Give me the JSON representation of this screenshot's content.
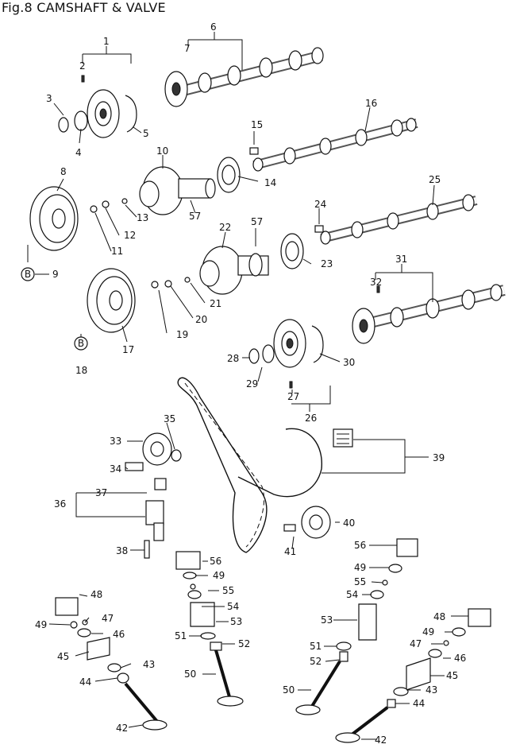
{
  "title": "Fig.8 CAMSHAFT & VALVE",
  "symbol_b": "B",
  "callouts": [
    {
      "id": "c1",
      "text": "1"
    },
    {
      "id": "c2",
      "text": "2"
    },
    {
      "id": "c3",
      "text": "3"
    },
    {
      "id": "c4",
      "text": "4"
    },
    {
      "id": "c5",
      "text": "5"
    },
    {
      "id": "c6",
      "text": "6"
    },
    {
      "id": "c7",
      "text": "7"
    },
    {
      "id": "c8",
      "text": "8"
    },
    {
      "id": "c9",
      "text": "9"
    },
    {
      "id": "c10",
      "text": "10"
    },
    {
      "id": "c11",
      "text": "11"
    },
    {
      "id": "c12",
      "text": "12"
    },
    {
      "id": "c13",
      "text": "13"
    },
    {
      "id": "c14",
      "text": "14"
    },
    {
      "id": "c15",
      "text": "15"
    },
    {
      "id": "c16",
      "text": "16"
    },
    {
      "id": "c17",
      "text": "17"
    },
    {
      "id": "c18",
      "text": "18"
    },
    {
      "id": "c19",
      "text": "19"
    },
    {
      "id": "c20",
      "text": "20"
    },
    {
      "id": "c21",
      "text": "21"
    },
    {
      "id": "c22",
      "text": "22"
    },
    {
      "id": "c23",
      "text": "23"
    },
    {
      "id": "c24",
      "text": "24"
    },
    {
      "id": "c25",
      "text": "25"
    },
    {
      "id": "c26",
      "text": "26"
    },
    {
      "id": "c27",
      "text": "27"
    },
    {
      "id": "c28",
      "text": "28"
    },
    {
      "id": "c29",
      "text": "29"
    },
    {
      "id": "c30",
      "text": "30"
    },
    {
      "id": "c31",
      "text": "31"
    },
    {
      "id": "c32",
      "text": "32"
    },
    {
      "id": "c33",
      "text": "33"
    },
    {
      "id": "c34",
      "text": "34"
    },
    {
      "id": "c35",
      "text": "35"
    },
    {
      "id": "c36",
      "text": "36"
    },
    {
      "id": "c37",
      "text": "37"
    },
    {
      "id": "c38",
      "text": "38"
    },
    {
      "id": "c39",
      "text": "39"
    },
    {
      "id": "c40",
      "text": "40"
    },
    {
      "id": "c41",
      "text": "41"
    },
    {
      "id": "l42",
      "text": "42"
    },
    {
      "id": "l43",
      "text": "43"
    },
    {
      "id": "l44",
      "text": "44"
    },
    {
      "id": "l45",
      "text": "45"
    },
    {
      "id": "l46",
      "text": "46"
    },
    {
      "id": "l47",
      "text": "47"
    },
    {
      "id": "l48",
      "text": "48"
    },
    {
      "id": "l49",
      "text": "49"
    },
    {
      "id": "m49",
      "text": "49"
    },
    {
      "id": "m50",
      "text": "50"
    },
    {
      "id": "m51",
      "text": "51"
    },
    {
      "id": "m52",
      "text": "52"
    },
    {
      "id": "m53",
      "text": "53"
    },
    {
      "id": "m54",
      "text": "54"
    },
    {
      "id": "m55",
      "text": "55"
    },
    {
      "id": "m56",
      "text": "56"
    },
    {
      "id": "r42",
      "text": "42"
    },
    {
      "id": "r43",
      "text": "43"
    },
    {
      "id": "r44",
      "text": "44"
    },
    {
      "id": "r45",
      "text": "45"
    },
    {
      "id": "r46",
      "text": "46"
    },
    {
      "id": "r47",
      "text": "47"
    },
    {
      "id": "r48",
      "text": "48"
    },
    {
      "id": "r49",
      "text": "49"
    },
    {
      "id": "s49",
      "text": "49"
    },
    {
      "id": "s50",
      "text": "50"
    },
    {
      "id": "s51",
      "text": "51"
    },
    {
      "id": "s52",
      "text": "52"
    },
    {
      "id": "s53",
      "text": "53"
    },
    {
      "id": "s54",
      "text": "54"
    },
    {
      "id": "s55",
      "text": "55"
    },
    {
      "id": "s56",
      "text": "56"
    },
    {
      "id": "c57a",
      "text": "57"
    },
    {
      "id": "c57b",
      "text": "57"
    }
  ]
}
